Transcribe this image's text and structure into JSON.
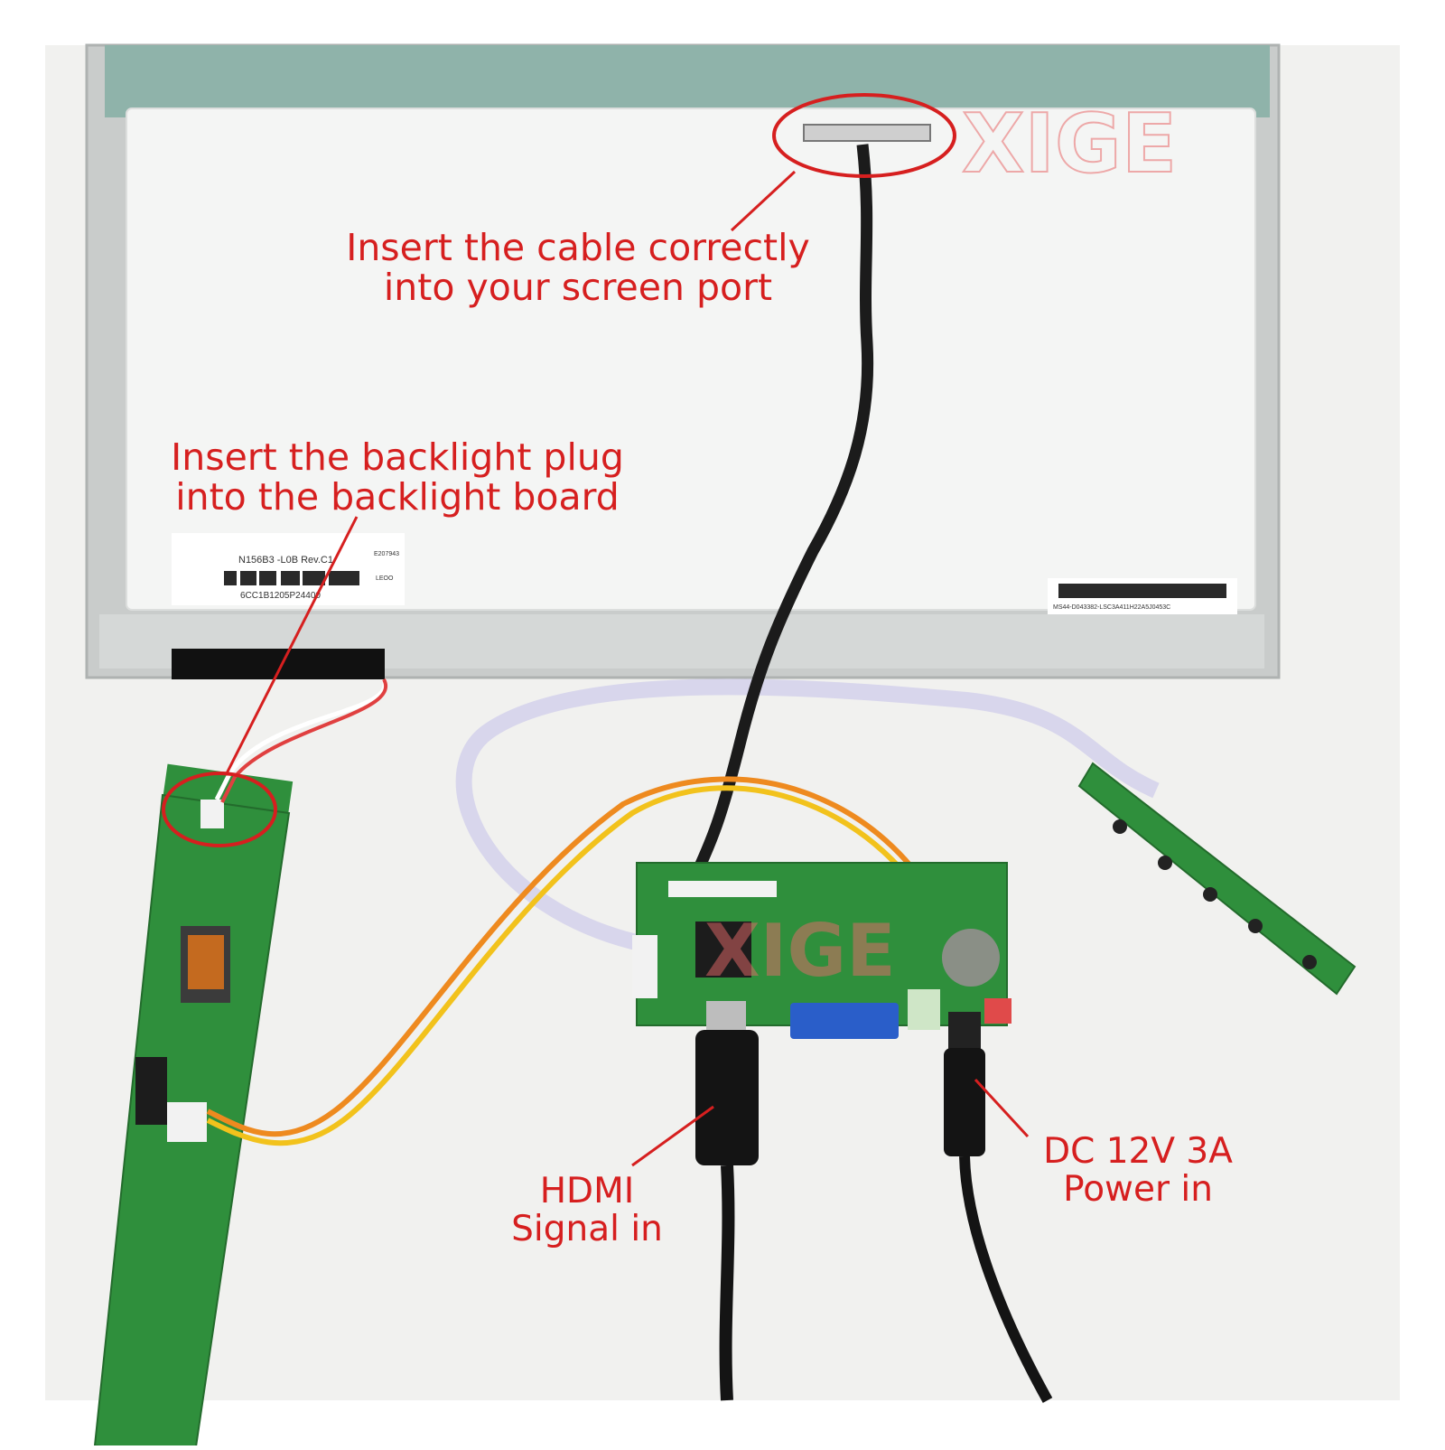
{
  "watermark": {
    "text": "XIGE",
    "color": "#e86b6b"
  },
  "panel_labels": {
    "model": "N156B3 -L0B   Rev.C1",
    "serial": "6CC1B1205P24400",
    "right_barcode": "MS44-D043382-LSC3A411H22A5J0453C",
    "ul_code": "E207943",
    "leoo": "LEOO"
  },
  "callouts": {
    "cable": [
      "Insert the cable correctly",
      "into your screen port"
    ],
    "backlight": [
      "Insert the backlight plug",
      "into the backlight board"
    ],
    "hdmi": [
      "HDMI",
      "Signal in"
    ],
    "power": [
      "DC 12V 3A",
      "Power in"
    ]
  },
  "colors": {
    "annotation_red": "#d61f1f",
    "pcb_green": "#2f8f3c",
    "panel_white": "#f4f5f4",
    "frame_metal": "#c9cccb",
    "cable_black": "#1b1b1b",
    "ribbon_lavender": "#d8d6ec",
    "wire_yellow": "#f2c21c",
    "wire_orange": "#ee8a1f",
    "vga_blue": "#2a5ec9"
  }
}
